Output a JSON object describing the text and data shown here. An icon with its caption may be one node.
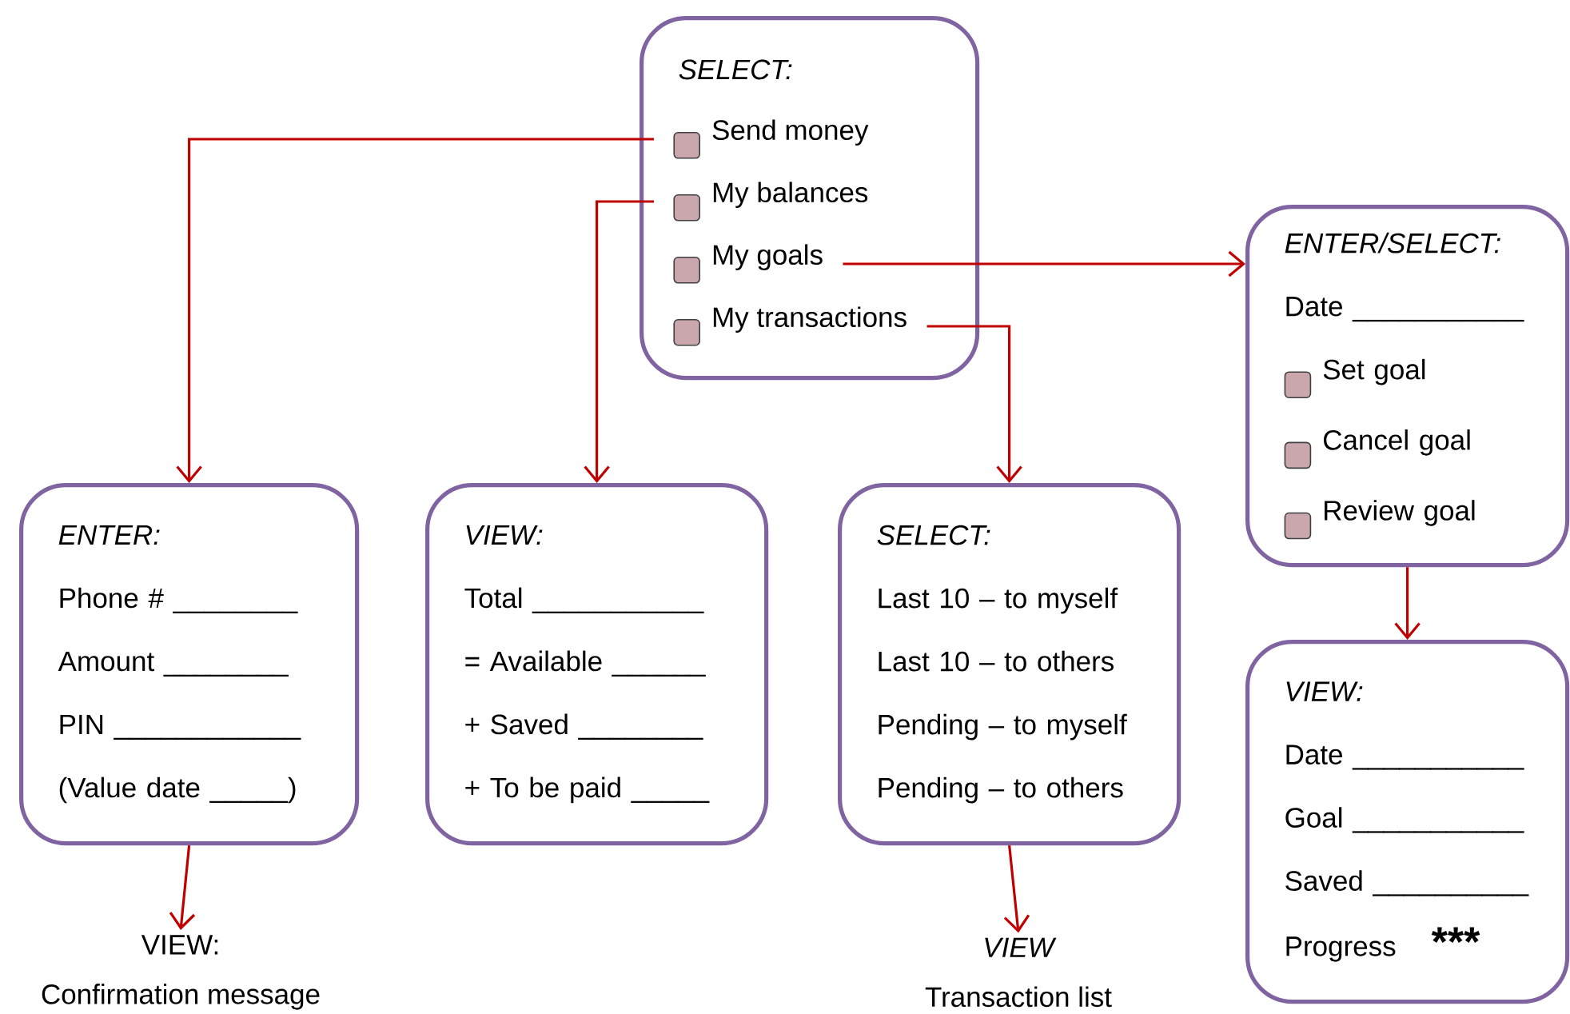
{
  "diagram": {
    "nodes": [
      {
        "text": [
          "SELECT:"
        ]
      },
      {
        "text": [
          "Send money"
        ],
        "in": 0
      },
      {
        "text": [
          "My balances"
        ],
        "in": 0
      },
      {
        "text": [
          "My goals"
        ],
        "in": 0
      },
      {
        "text": [
          "My transactions"
        ],
        "in": 0
      },
      {
        "text": [
          "ENTER:",
          "Phone # ________",
          "Amount ________",
          "PIN ____________",
          "(Value date _____)"
        ]
      },
      {
        "text": [
          "VIEW:",
          "Total ___________",
          "= Available ______",
          "+ Saved ________",
          "+ To be paid _____"
        ]
      },
      {
        "text": [
          "SELECT:",
          "Last 10 – to myself",
          "Last 10 – to others",
          "Pending – to myself",
          "Pending – to others"
        ]
      },
      {
        "text": [
          "ENTER/SELECT:",
          "Date ___________",
          "Set  goal",
          "Cancel goal",
          "Review goal"
        ]
      },
      {
        "text": [
          "VIEW:",
          "Date ___________",
          "Goal ___________",
          "Saved __________",
          "Progress",
          "***"
        ]
      },
      {
        "text": [
          "VIEW:",
          "Confirmation message"
        ]
      },
      {
        "text": [
          "VIEW",
          "Transaction list"
        ]
      }
    ],
    "edges": [
      {
        "from": 1,
        "to": 5,
        "arrow": "to"
      },
      {
        "from": 2,
        "to": 6,
        "arrow": "to"
      },
      {
        "from": 3,
        "to": 8,
        "arrow": "to"
      },
      {
        "from": 4,
        "to": 7,
        "arrow": "to"
      },
      {
        "from": 5,
        "to": 10,
        "arrow": "to"
      },
      {
        "from": 7,
        "to": 11,
        "arrow": "to"
      },
      {
        "from": 8,
        "to": 9,
        "arrow": "to"
      }
    ]
  }
}
